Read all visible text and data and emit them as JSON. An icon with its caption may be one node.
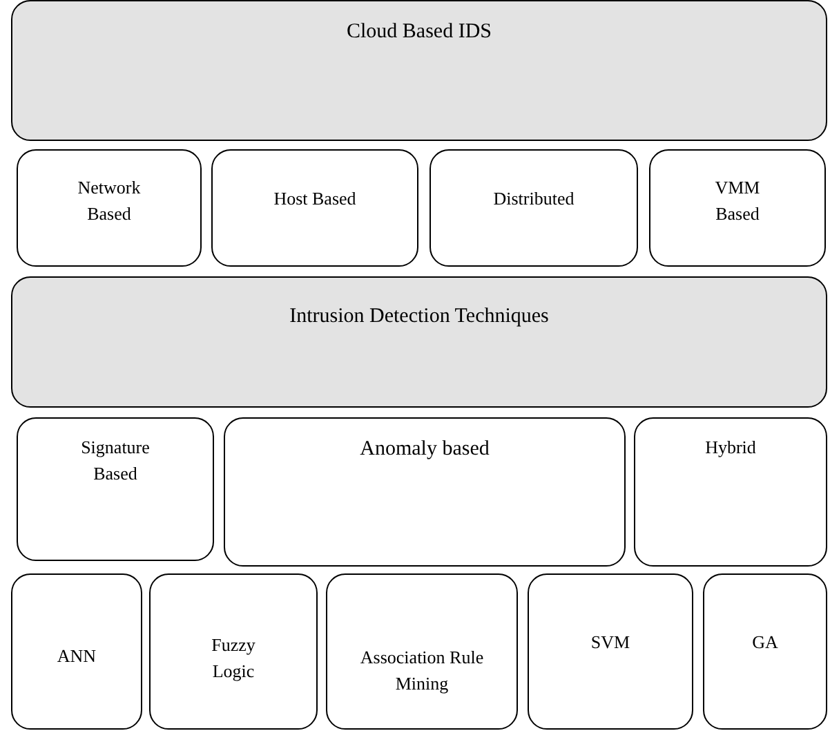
{
  "diagram": {
    "nodes": [
      {
        "text": [
          "Cloud Based IDS"
        ]
      },
      {
        "text": [
          "Network Based"
        ]
      },
      {
        "text": [
          "Host Based"
        ]
      },
      {
        "text": [
          "Distributed"
        ]
      },
      {
        "text": [
          "VMM Based"
        ]
      },
      {
        "text": [
          "Intrusion Detection Techniques"
        ]
      },
      {
        "text": [
          "Signature Based"
        ]
      },
      {
        "text": [
          "Anomaly based"
        ]
      },
      {
        "text": [
          "Hybrid"
        ]
      },
      {
        "text": [
          "ANN"
        ]
      },
      {
        "text": [
          "Fuzzy Logic"
        ]
      },
      {
        "text": [
          "Association Rule Mining"
        ]
      },
      {
        "text": [
          "SVM"
        ]
      },
      {
        "text": [
          "GA"
        ]
      }
    ]
  }
}
